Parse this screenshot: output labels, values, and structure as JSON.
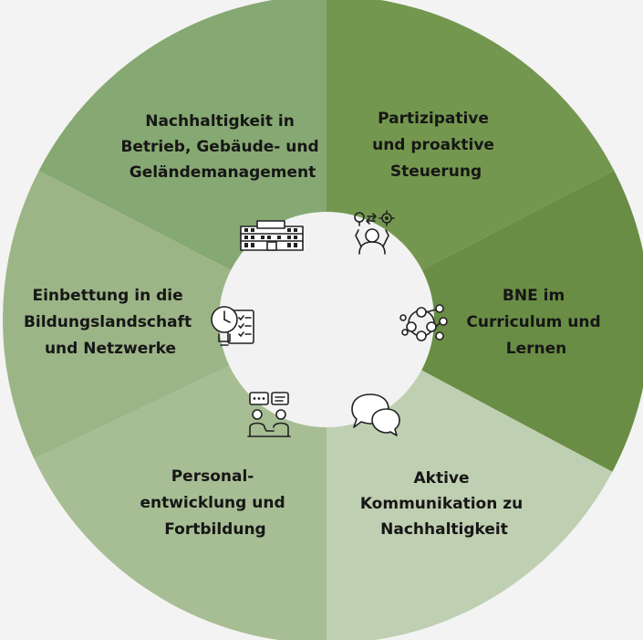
{
  "segments": [
    {
      "id": "betrieb",
      "lines": [
        "Nachhaltigkeit in",
        "Betrieb, Gebäude- und",
        "Geländemanagement"
      ],
      "color": "#86a872",
      "icon": "building-icon"
    },
    {
      "id": "steuerung",
      "lines": [
        "Partizipative",
        "und proaktive",
        "Steuerung"
      ],
      "color": "#74974f",
      "icon": "management-icon"
    },
    {
      "id": "bne",
      "lines": [
        "BNE im",
        "Curriculum und",
        "Lernen"
      ],
      "color": "#6a8d45",
      "icon": "network-people-icon"
    },
    {
      "id": "kommunikation",
      "lines": [
        "Aktive",
        "Kommunikation zu",
        "Nachhaltigkeit"
      ],
      "color": "#bfcfb1",
      "icon": "speech-bubbles-icon"
    },
    {
      "id": "personal",
      "lines": [
        "Personal-",
        "entwicklung  und",
        "Fortbildung"
      ],
      "color": "#a7bd93",
      "icon": "meeting-icon"
    },
    {
      "id": "bildungslandschaft",
      "lines": [
        "Einbettung in die",
        "Bildungslandschaft",
        "und Netzwerke"
      ],
      "color": "#9cb587",
      "icon": "checklist-clock-icon"
    }
  ],
  "center_color": "#f2f2f2",
  "page_background": "#f3f3f3"
}
